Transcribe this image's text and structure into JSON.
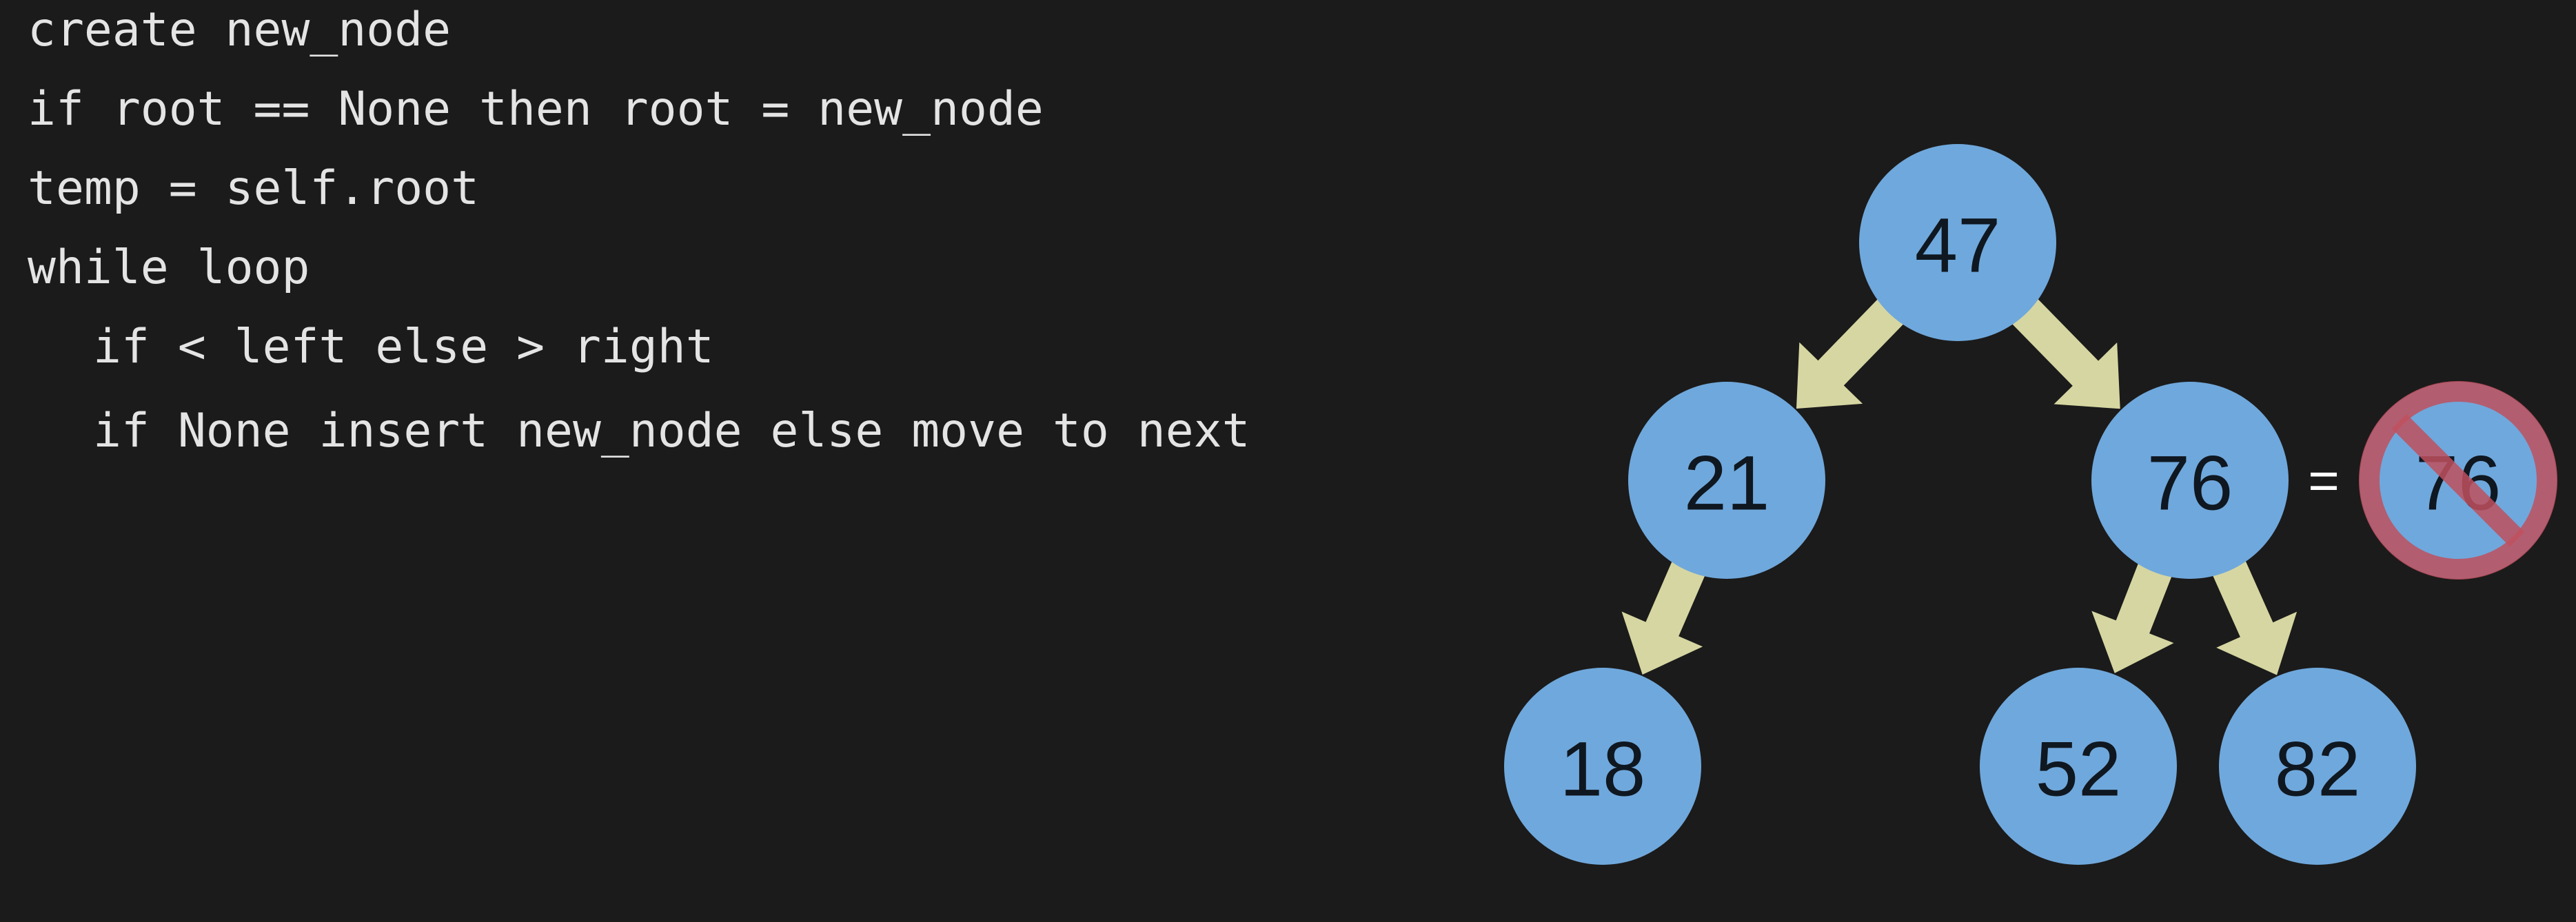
{
  "pseudocode": {
    "lines": [
      {
        "text": "create new_node",
        "indent": 0
      },
      {
        "text": "if root == None then root = new_node",
        "indent": 0
      },
      {
        "text": "temp = self.root",
        "indent": 0
      },
      {
        "text": "while loop",
        "indent": 0
      },
      {
        "text": "if < left else > right",
        "indent": 1
      },
      {
        "text": "if None insert new_node else move to next",
        "indent": 1
      }
    ]
  },
  "tree": {
    "nodes": [
      {
        "id": "n47",
        "value": "47"
      },
      {
        "id": "n21",
        "value": "21"
      },
      {
        "id": "n76",
        "value": "76"
      },
      {
        "id": "n18",
        "value": "18"
      },
      {
        "id": "n52",
        "value": "52"
      },
      {
        "id": "n82",
        "value": "82"
      }
    ],
    "edges": [
      {
        "from": "n47",
        "to": "n21"
      },
      {
        "from": "n47",
        "to": "n76"
      },
      {
        "from": "n21",
        "to": "n18"
      },
      {
        "from": "n76",
        "to": "n52"
      },
      {
        "from": "n76",
        "to": "n82"
      }
    ],
    "comparison": {
      "equals": "=",
      "rejected_value": "76"
    }
  },
  "colors": {
    "background": "#1b1b1b",
    "code_text": "#e4e4e4",
    "node_fill": "#6fa8dc",
    "arrow": "#d6d6a2",
    "reject": "#c0505e"
  }
}
